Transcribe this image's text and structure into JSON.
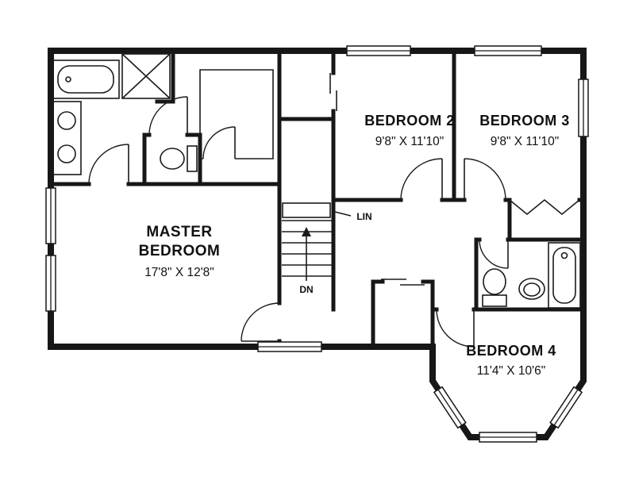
{
  "plan": {
    "rooms": {
      "master": {
        "name_line1": "MASTER",
        "name_line2": "BEDROOM",
        "dims": "17'8\" X 12'8\""
      },
      "bedroom2": {
        "name": "BEDROOM 2",
        "dims": "9'8\" X 11'10\""
      },
      "bedroom3": {
        "name": "BEDROOM 3",
        "dims": "9'8\" X 11'10\""
      },
      "bedroom4": {
        "name": "BEDROOM 4",
        "dims": "11'4\" X 10'6\""
      }
    },
    "labels": {
      "linen_closet": "LIN",
      "stairs_direction": "DN"
    },
    "colors": {
      "walls": "#171717",
      "background": "#ffffff",
      "text": "#101010"
    }
  }
}
